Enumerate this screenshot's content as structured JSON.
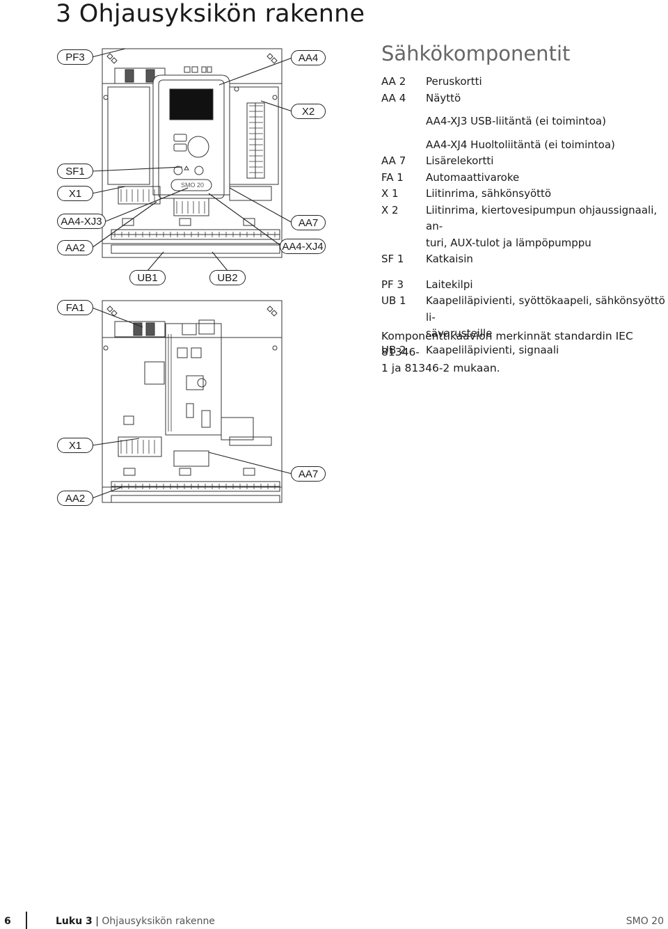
{
  "page_title": "3 Ohjausyksikön rakenne",
  "section_title": "Sähkökomponentit",
  "figure": {
    "top_labels": [
      "PF3",
      "SF1",
      "X1",
      "AA4-XJ3",
      "AA2",
      "FA1",
      "AA4",
      "X2",
      "AA7",
      "AA4-XJ4",
      "UB1",
      "UB2"
    ],
    "bottom_labels": [
      "X1",
      "AA7",
      "AA2"
    ],
    "device_label": "SMO 20"
  },
  "legend": [
    {
      "code": "AA 2",
      "desc": "Peruskortti"
    },
    {
      "code": "AA 4",
      "desc": "Näyttö"
    },
    {
      "code": "",
      "desc": "AA4-XJ3 USB-liitäntä (ei toimintoa)"
    },
    {
      "code": "",
      "desc": "AA4-XJ4 Huoltoliitäntä (ei toimintoa)"
    },
    {
      "code": "AA 7",
      "desc": "Lisärelekortti"
    },
    {
      "code": "FA 1",
      "desc": "Automaattivaroke"
    },
    {
      "code": "X 1",
      "desc": "Liitinrima, sähkönsyöttö"
    },
    {
      "code": "X 2",
      "desc": "Liitinrima, kiertovesipumpun ohjaussignaali, an-"
    },
    {
      "code": "",
      "desc": "turi, AUX-tulot ja lämpöpumppu"
    },
    {
      "code": "SF 1",
      "desc": "Katkaisin"
    },
    {
      "code": "PF 3",
      "desc": "Laitekilpi"
    },
    {
      "code": "UB 1",
      "desc": "Kaapeliläpivienti, syöttökaapeli, sähkönsyöttö li-"
    },
    {
      "code": "",
      "desc": "sävarusteille"
    },
    {
      "code": "UB 2",
      "desc": "Kaapeliläpivienti, signaali"
    }
  ],
  "note": {
    "line1": "Komponenttikaavion merkinnät standardin IEC 81346-",
    "line2": "1 ja 81346-2 mukaan."
  },
  "footer": {
    "page_number": "6",
    "chapter": "Luku 3",
    "separator": "|",
    "chapter_title": "Ohjausyksikön rakenne",
    "model": "SMO 20"
  },
  "colors": {
    "text": "#1a1a1a",
    "section": "#666666",
    "footer_model": "#555555"
  }
}
